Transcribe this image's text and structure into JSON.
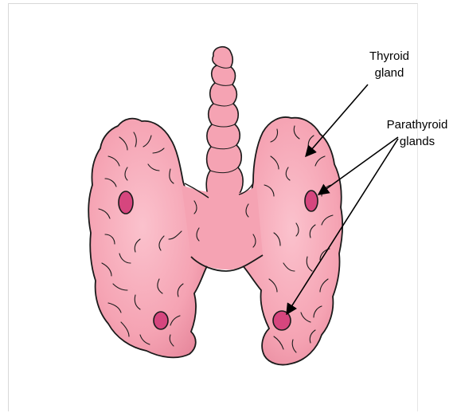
{
  "labels": {
    "thyroid": [
      "Thyroid",
      "gland"
    ],
    "parathyroid": [
      "Parathyroid",
      "glands"
    ]
  },
  "colors": {
    "gland_fill": "#f5a3b3",
    "gland_shadow": "#e07f94",
    "gland_highlight": "#fbc4cf",
    "outline": "#1a1a1a",
    "parathyroid_fill": "#d6467e",
    "arrow": "#000000"
  }
}
